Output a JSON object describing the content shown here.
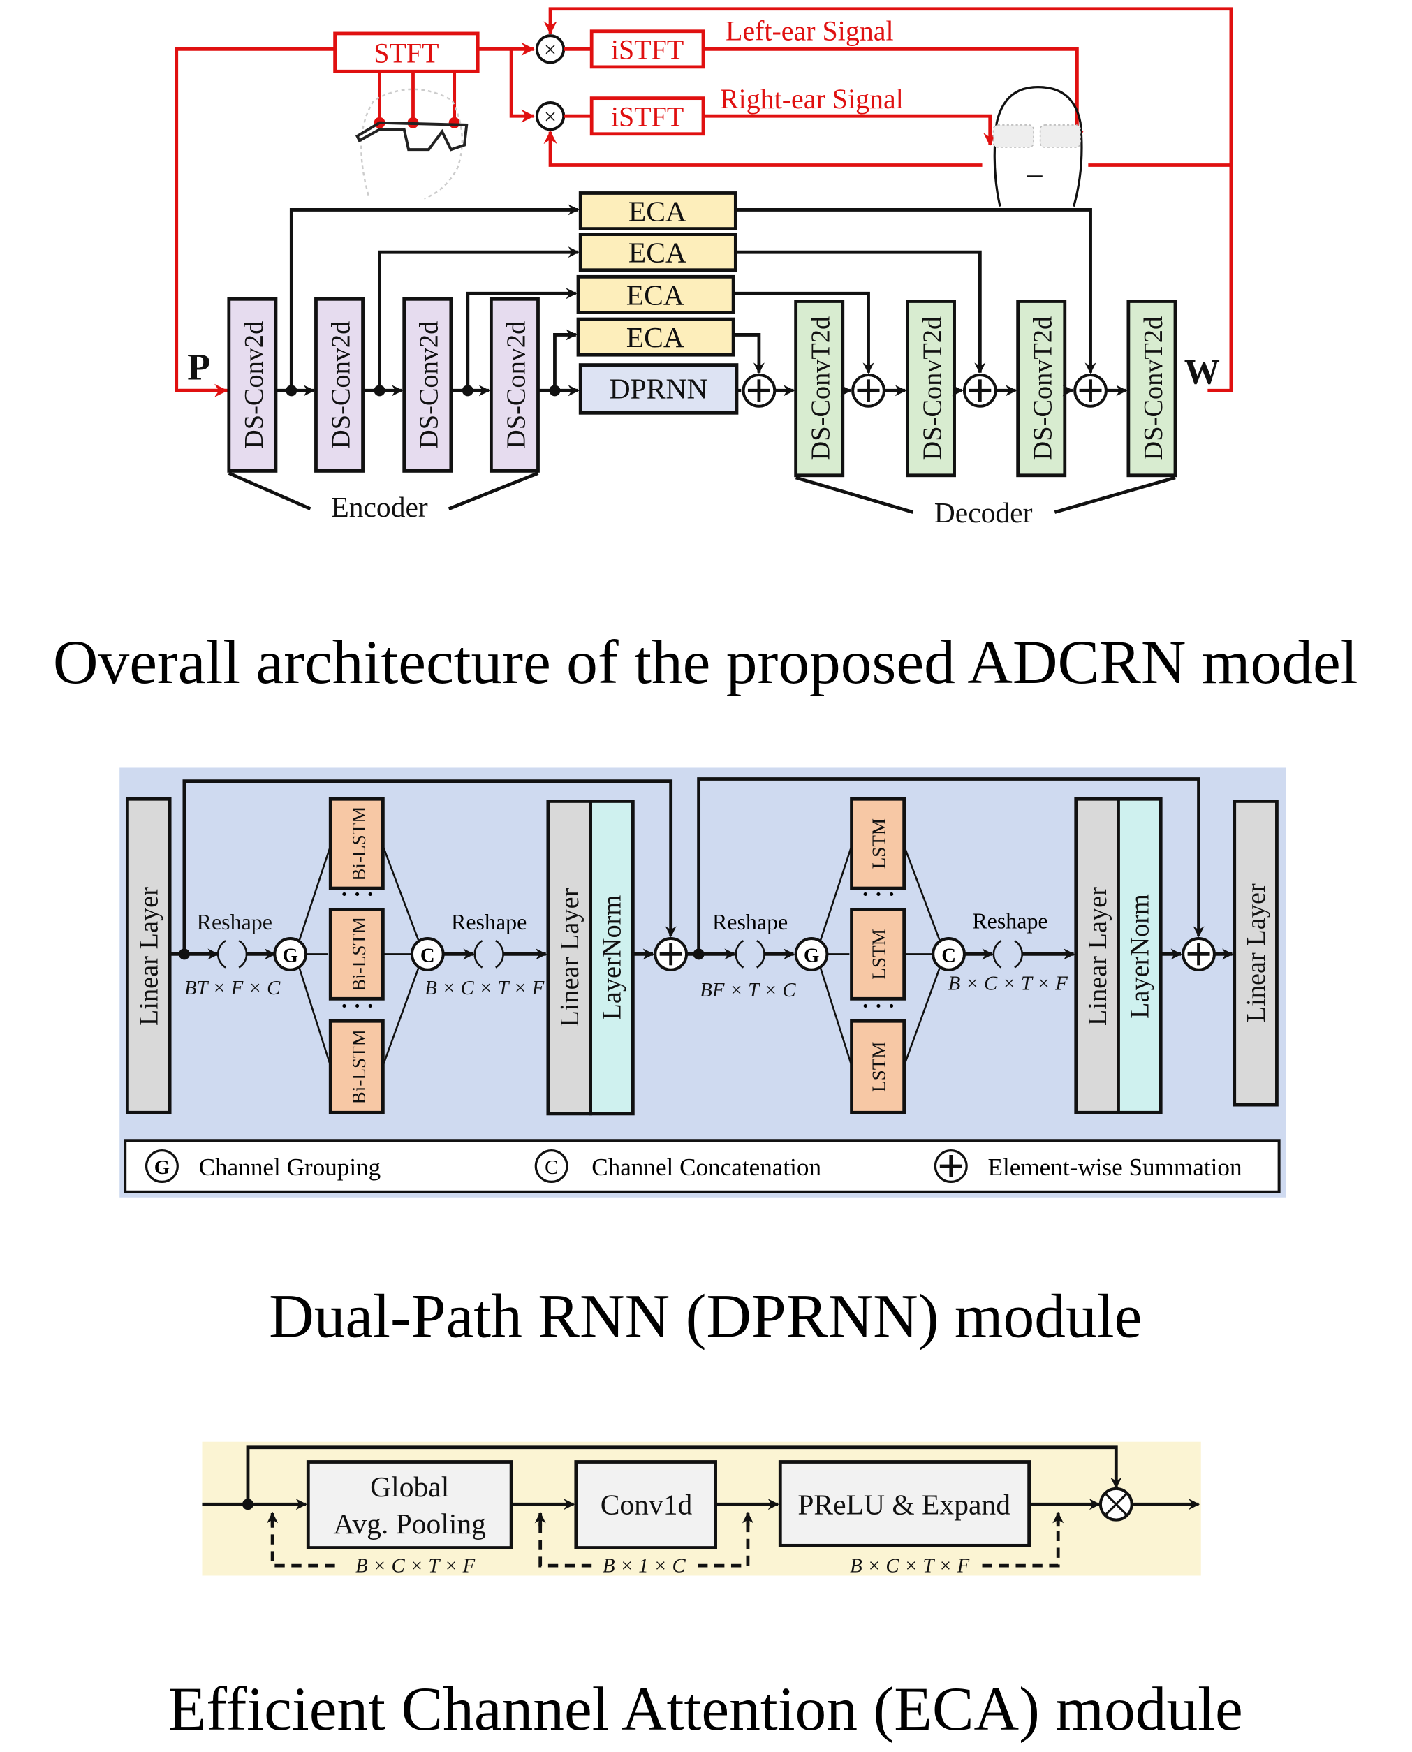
{
  "architecture": {
    "title": "Overall architecture of the proposed ADCRN model",
    "stft": "STFT",
    "istft": "iSTFT",
    "left_ear": "Left-ear Signal",
    "right_ear": "Right-ear Signal",
    "input_label": "P",
    "output_label": "W",
    "encoder_block": "DS-Conv2d",
    "decoder_block": "DS-ConvT2d",
    "eca": "ECA",
    "dprnn": "DPRNN",
    "encoder": "Encoder",
    "decoder": "Decoder",
    "colors": {
      "signal": "#e01010",
      "encoder": "#e6dcef",
      "decoder": "#d8ecd0",
      "eca": "#fdeebb",
      "dprnn": "#dde3f3"
    }
  },
  "dprnn_module": {
    "title": "Dual-Path RNN (DPRNN) module",
    "linear": "Linear Layer",
    "layernorm": "LayerNorm",
    "bilstm": "Bi-LSTM",
    "lstm": "LSTM",
    "reshape": "Reshape",
    "shape1": "BT × F × C",
    "shape2": "B × C × T × F",
    "shape3": "BF × T × C",
    "shape4": "B × C × T × F",
    "g": "G",
    "c": "C",
    "legend": {
      "grouping": "Channel  Grouping",
      "concat": "Channel Concatenation",
      "sum": "Element-wise Summation"
    },
    "colors": {
      "background": "#cfdaf0",
      "linear": "#d9d9d9",
      "lstm": "#f7c8a5",
      "layernorm": "#cff1ef"
    }
  },
  "eca_module": {
    "title": "Efficient Channel Attention (ECA) module",
    "gap_line1": "Global",
    "gap_line2": "Avg. Pooling",
    "conv": "Conv1d",
    "prelu": "PReLU & Expand",
    "shape1": "B × C × T × F",
    "shape2": "B × 1 × C",
    "shape3": "B × C × T × F",
    "colors": {
      "background": "#fbf4d3",
      "box": "#f2f2f2"
    }
  }
}
